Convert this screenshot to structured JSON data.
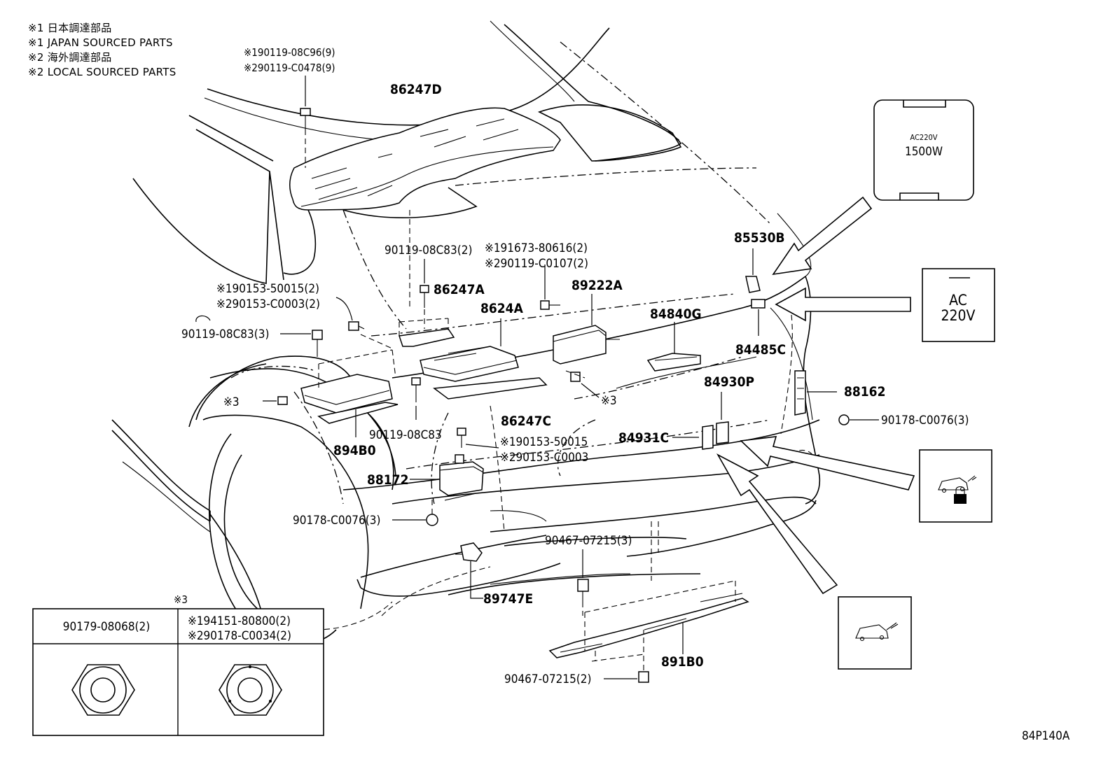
{
  "notes": [
    "※1 日本調達部品",
    "※1 JAPAN SOURCED PARTS",
    "※2 海外調達部品",
    "※2 LOCAL SOURCED PARTS"
  ],
  "labels": {
    "p86247D": "86247D",
    "p90119_08C96": "※190119-08C96(9)",
    "p90119_C0478": "※290119-C0478(9)",
    "p90119_08C83_2": "90119-08C83(2)",
    "p91673": "※191673-80616(2)",
    "p90119_C0107": "※290119-C0107(2)",
    "p86247A": "86247A",
    "p8624A": "8624A",
    "p89222A": "89222A",
    "p84840G": "84840G",
    "p85530B": "85530B",
    "p84485C": "84485C",
    "p90153_50015_2": "※190153-50015(2)",
    "p90153_C0003_2": "※290153-C0003(2)",
    "p90119_08C83_3": "90119-08C83(3)",
    "p_ref3a": "※3",
    "p_ref3b": "※3",
    "p894B0": "894B0",
    "p90119_08C83": "90119-08C83",
    "p86247C": "86247C",
    "p90153_50015": "※190153-50015",
    "p90153_C0003": "※290153-C0003",
    "p84930P": "84930P",
    "p84931C": "84931C",
    "p88162": "88162",
    "p90178_C0076_r": "90178-C0076(3)",
    "p88172": "88172",
    "p90178_C0076_l": "90178-C0076(3)",
    "p89747E": "89747E",
    "p90467_3": "90467-07215(3)",
    "p90467_2": "90467-07215(2)",
    "p891B0": "891B0"
  },
  "callouts": {
    "outlet_small": "AC220V",
    "outlet_watt": "1500W",
    "switch_ac": "AC",
    "switch_volt": "220V"
  },
  "table": {
    "title": "※3",
    "left_part": "90179-08068(2)",
    "right_part_1": "※194151-80800(2)",
    "right_part_2": "※290178-C0034(2)"
  },
  "figure_code": "84P140A"
}
